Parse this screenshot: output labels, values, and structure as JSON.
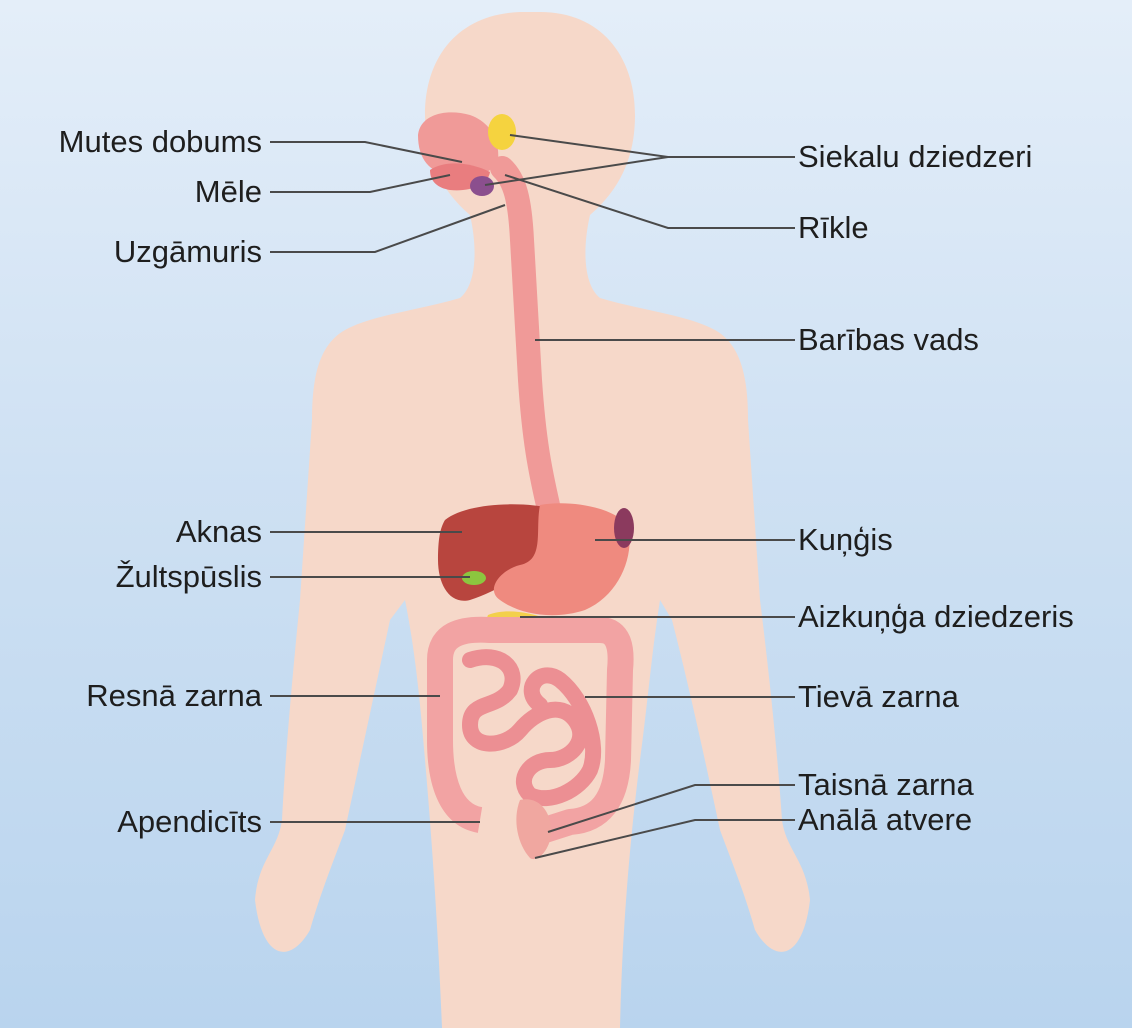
{
  "labels": {
    "left": {
      "mouth": "Mutes dobums",
      "tongue": "Mēle",
      "epiglottis": "Uzgāmuris",
      "liver": "Aknas",
      "gallbladder": "Žultspūslis",
      "large_intestine": "Resnā zarna",
      "appendix": "Apendicīts"
    },
    "right": {
      "salivary": "Siekalu dziedzeri",
      "pharynx": "Rīkle",
      "esophagus": "Barības vads",
      "stomach": "Kuņģis",
      "pancreas": "Aizkuņģa dziedzeris",
      "small_intestine": "Tievā zarna",
      "rectum": "Taisnā zarna",
      "anus": "Anālā atvere"
    }
  },
  "colors": {
    "background_top": "#e4eef9",
    "background_bottom": "#b9d4ee",
    "skin": "#f6d8c9",
    "organ_pink": "#f09a98",
    "liver": "#b8453e",
    "gallbladder": "#8cc63f",
    "pancreas": "#f3d04b",
    "salivary": "#f5d33f",
    "leader_line": "#4a4a4a"
  }
}
